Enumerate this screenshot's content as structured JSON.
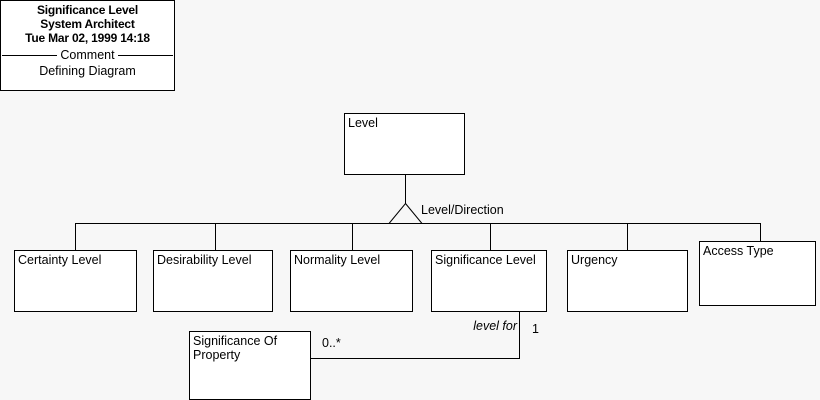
{
  "title_block": {
    "line1": "Significance Level",
    "line2": "System Architect",
    "line3": "Tue Mar 02, 1999  14:18",
    "divider_label": "Comment",
    "comment": "Defining Diagram"
  },
  "diagram": {
    "superclass": {
      "name": "Level"
    },
    "generalization_label": "Level/Direction",
    "subclasses": [
      {
        "name": "Certainty Level"
      },
      {
        "name": "Desirability Level"
      },
      {
        "name": "Normality Level"
      },
      {
        "name": "Significance Level"
      },
      {
        "name": "Urgency"
      },
      {
        "name": "Access Type"
      }
    ],
    "association": {
      "source": {
        "name": "Significance Of Property"
      },
      "source_multiplicity": "0..*",
      "role_label": "level for",
      "target_multiplicity": "1"
    }
  },
  "colors": {
    "background": "#f7f7f7",
    "box_fill": "#ffffff",
    "stroke": "#000000",
    "text": "#000000"
  }
}
